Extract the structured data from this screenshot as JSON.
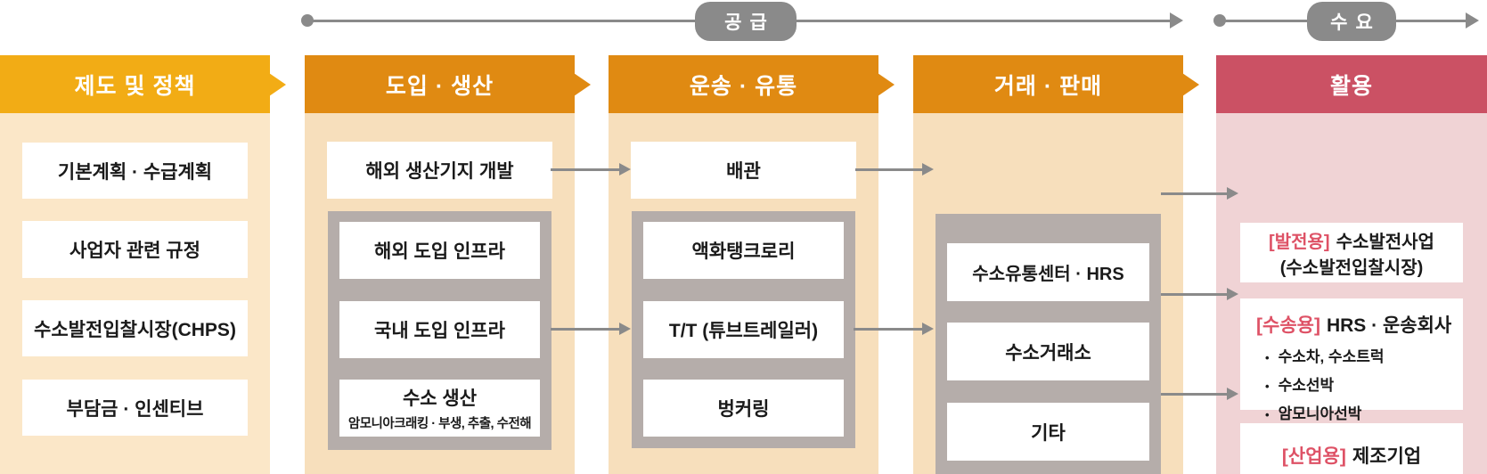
{
  "top_flows": {
    "supply_label": "공급",
    "demand_label": "수요"
  },
  "columns": [
    {
      "header": "제도 및 정책",
      "boxes": [
        "기본계획 · 수급계획",
        "사업자 관련 규정",
        "수소발전입찰시장(CHPS)",
        "부담금 · 인센티브"
      ]
    },
    {
      "header": "도입 · 생산",
      "top_box": "해외 생산기지 개발",
      "group": {
        "boxes": [
          "해외 도입 인프라",
          "국내 도입 인프라"
        ],
        "production": {
          "title": "수소 생산",
          "subtitle": "암모니아크래킹 · 부생, 추출, 수전해"
        }
      }
    },
    {
      "header": "운송 · 유통",
      "top_box": "배관",
      "group": {
        "boxes": [
          "액화탱크로리",
          "T/T (튜브트레일러)",
          "벙커링"
        ]
      }
    },
    {
      "header": "거래 · 판매",
      "group": {
        "boxes": [
          "수소유통센터 · HRS",
          "수소거래소",
          "기타"
        ]
      }
    },
    {
      "header": "활용",
      "boxes": [
        {
          "tag": "[발전용]",
          "title": "수소발전사업",
          "subtitle": "(수소발전입찰시장)"
        },
        {
          "tag": "[수송용]",
          "title": "HRS · 운송회사",
          "marker": "•",
          "bullets": [
            "수소차, 수소트럭",
            "수소선박",
            "암모니아선박"
          ]
        },
        {
          "tag": "[산업용]",
          "title": "제조기업"
        }
      ]
    }
  ],
  "colors": {
    "policy_header": "#F2AC15",
    "supply_header": "#E08A12",
    "demand_header": "#CB5164",
    "policy_body": "#FBE7C8",
    "supply_body": "#F7DFBC",
    "demand_body": "#F0D3D5",
    "group_gray": "#B5ADAA",
    "arrow_gray": "#8A8A8A",
    "accent_red": "#DE5266"
  }
}
